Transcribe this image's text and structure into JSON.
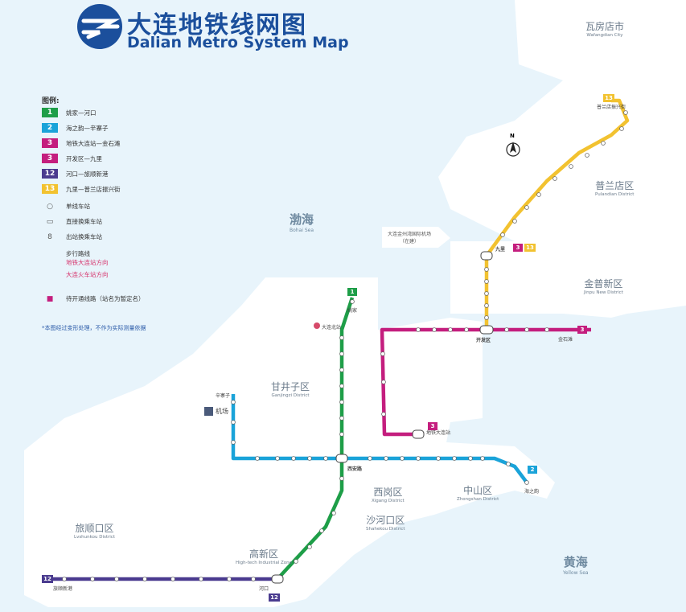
{
  "title": {
    "cn": "大连地铁线网图",
    "en": "Dalian Metro System Map"
  },
  "legend": {
    "header": "图例:",
    "lines": [
      {
        "num": "1",
        "label": "姚家—河口",
        "color": "#1e9e48"
      },
      {
        "num": "2",
        "label": "海之韵—辛寨子",
        "color": "#1aa3d9"
      },
      {
        "num": "3",
        "label": "地铁大连站—金石滩",
        "color": "#c41e7e"
      },
      {
        "num": "3",
        "label": "开发区—九里",
        "color": "#c41e7e"
      },
      {
        "num": "12",
        "label": "河口—旅顺新港",
        "color": "#4a3b8f"
      },
      {
        "num": "13",
        "label": "九里—普兰店振兴街",
        "color": "#f2c230"
      }
    ],
    "symbols": [
      {
        "label": "单线车站",
        "glyph": "○"
      },
      {
        "label": "直接换乘车站",
        "glyph": "▭"
      },
      {
        "label": "出站换乘车站",
        "glyph": "8"
      }
    ],
    "walk": "步行路线",
    "walk_a": "地铁大连站方向",
    "walk_b": "大连火车站方向",
    "future": "待开通线路（站名为暂定名）",
    "note": "*本图经过变形处理，不作为实际测量依据"
  },
  "regions": {
    "bohai": {
      "cn": "渤海",
      "en": "Bohai Sea"
    },
    "huanghai": {
      "cn": "黄海",
      "en": "Yellow Sea"
    },
    "wafangdian": {
      "cn": "瓦房店市",
      "en": "Wafangdian City"
    },
    "pulandian": {
      "cn": "普兰店区",
      "en": "Pulandian District"
    },
    "jinpu": {
      "cn": "金普新区",
      "en": "Jinpu New District"
    },
    "ganjingzi": {
      "cn": "甘井子区",
      "en": "Ganjingzi District"
    },
    "xigang": {
      "cn": "西岗区",
      "en": "Xigang District"
    },
    "zhongshan": {
      "cn": "中山区",
      "en": "Zhongshan District"
    },
    "shahekou": {
      "cn": "沙河口区",
      "en": "Shahekou District"
    },
    "gaoxin": {
      "cn": "高新区",
      "en": "High-tech Industrial Zone"
    },
    "lvshun": {
      "cn": "旅顺口区",
      "en": "Lvshunkou District"
    },
    "airport": {
      "cn": "大连金州湾国际机场",
      "en": "（在建）"
    }
  },
  "compass": "N",
  "stations": {
    "yaojia": "姚家",
    "dalianbei": "大连北站",
    "xinzhaizi": "辛寨子",
    "airport": "机场",
    "xi_an_lu": "西安路",
    "kaifaqu": "开发区",
    "jiuli": "九里",
    "dalianzhan": "地铁大连站",
    "hekou": "河口",
    "lvshunxingang": "旅顺新港",
    "haizhiyun": "海之韵",
    "jinshitan": "金石滩",
    "pulandian_end": "普兰店振兴街"
  },
  "tags": {
    "l1": "1",
    "l2": "2",
    "l3": "3",
    "l12": "12",
    "l13": "13"
  }
}
